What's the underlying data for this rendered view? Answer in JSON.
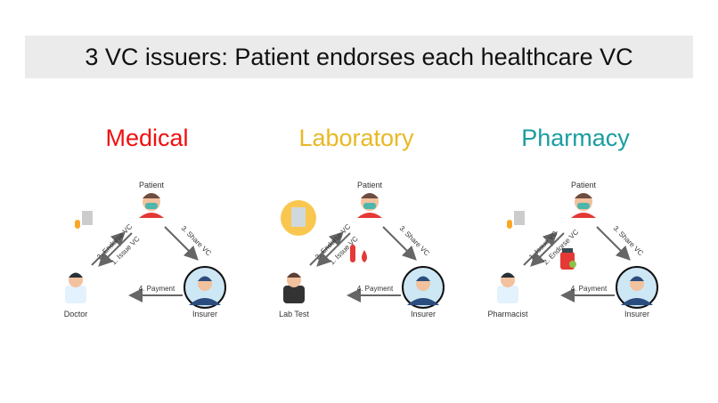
{
  "title": "3 VC issuers: Patient endorses each healthcare VC",
  "colors": {
    "medical": "#f00f0f",
    "laboratory": "#e9b824",
    "pharmacy": "#1a9da0",
    "arrow": "#666666",
    "title_bg": "#ebebeb"
  },
  "panels": [
    {
      "heading": "Medical",
      "patient": "Patient",
      "issuer": "Doctor",
      "insurer": "Insurer",
      "arrow_up": "2. Endorse VC",
      "arrow_down": "1. Issue VC",
      "share": "3. Share VC",
      "payment": "4. Payment",
      "icons": [
        "patient-icon",
        "doctor-icon",
        "insurer-icon",
        "prescription-icon"
      ]
    },
    {
      "heading": "Laboratory",
      "patient": "Patient",
      "issuer": "Lab Test",
      "insurer": "Insurer",
      "arrow_up": "2. Endorse VC",
      "arrow_down": "1. Issue VC",
      "share": "3. Share VC",
      "payment": "4. Payment",
      "icons": [
        "patient-icon",
        "lab-technician-icon",
        "insurer-icon",
        "clipboard-icon",
        "test-tube-icon"
      ]
    },
    {
      "heading": "Pharmacy",
      "patient": "Patient",
      "issuer": "Pharmacist",
      "insurer": "Insurer",
      "arrow_up": "1. Issue VC",
      "arrow_down": "2. Endorse VC",
      "share": "3. Share VC",
      "payment": "4. Payment",
      "icons": [
        "patient-icon",
        "pharmacist-icon",
        "insurer-icon",
        "prescription-icon",
        "medicine-bottle-icon"
      ]
    }
  ]
}
